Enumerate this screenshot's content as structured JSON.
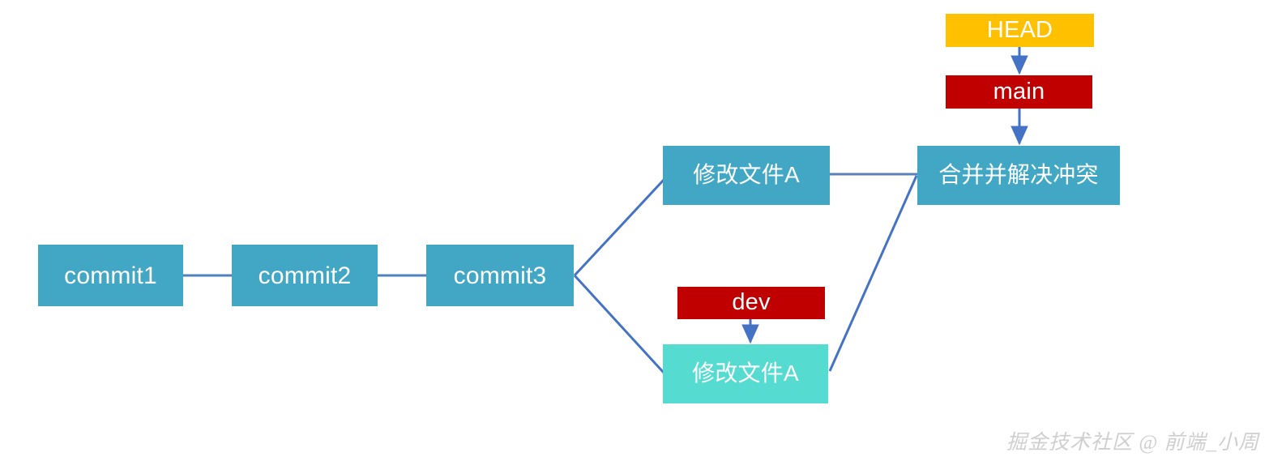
{
  "diagram": {
    "title": "Git merge branch diagram",
    "background_color": "#ffffff",
    "colors": {
      "commit_box": "#41A7C4",
      "teal_box": "#41A7C4",
      "turquoise_box": "#55DBD0",
      "red_label": "#C00000",
      "amber_label": "#FFC000",
      "connector_line": "#4472C4",
      "node_text": "#ffffff",
      "watermark_text": "#cfcfcf"
    },
    "nodes": {
      "commit1": {
        "label": "commit1"
      },
      "commit2": {
        "label": "commit2"
      },
      "commit3": {
        "label": "commit3"
      },
      "modify_file_a_main": {
        "label": "修改文件A"
      },
      "modify_file_a_dev": {
        "label": "修改文件A"
      },
      "merge_resolve": {
        "label": "合并并解决冲突"
      },
      "head_label": {
        "label": "HEAD"
      },
      "main_label": {
        "label": "main"
      },
      "dev_label": {
        "label": "dev"
      }
    },
    "edges": [
      {
        "name": "commit1-to-commit2",
        "from": "commit1",
        "to": "commit2",
        "arrow": false
      },
      {
        "name": "commit2-to-commit3",
        "from": "commit2",
        "to": "commit3",
        "arrow": false
      },
      {
        "name": "commit3-to-modify-file-a-main",
        "from": "commit3",
        "to": "modify_file_a_main",
        "arrow": false
      },
      {
        "name": "commit3-to-modify-file-a-dev",
        "from": "commit3",
        "to": "modify_file_a_dev",
        "arrow": false
      },
      {
        "name": "modify-file-a-main-to-merge",
        "from": "modify_file_a_main",
        "to": "merge_resolve",
        "arrow": false
      },
      {
        "name": "modify-file-a-dev-to-merge",
        "from": "modify_file_a_dev",
        "to": "merge_resolve",
        "arrow": false
      },
      {
        "name": "head-to-main",
        "from": "head_label",
        "to": "main_label",
        "arrow": true
      },
      {
        "name": "main-to-merge",
        "from": "main_label",
        "to": "merge_resolve",
        "arrow": true
      },
      {
        "name": "dev-to-modify-file-a-dev",
        "from": "dev_label",
        "to": "modify_file_a_dev",
        "arrow": true
      }
    ]
  },
  "watermark": {
    "text": "掘金技术社区 @ 前端_小周"
  }
}
